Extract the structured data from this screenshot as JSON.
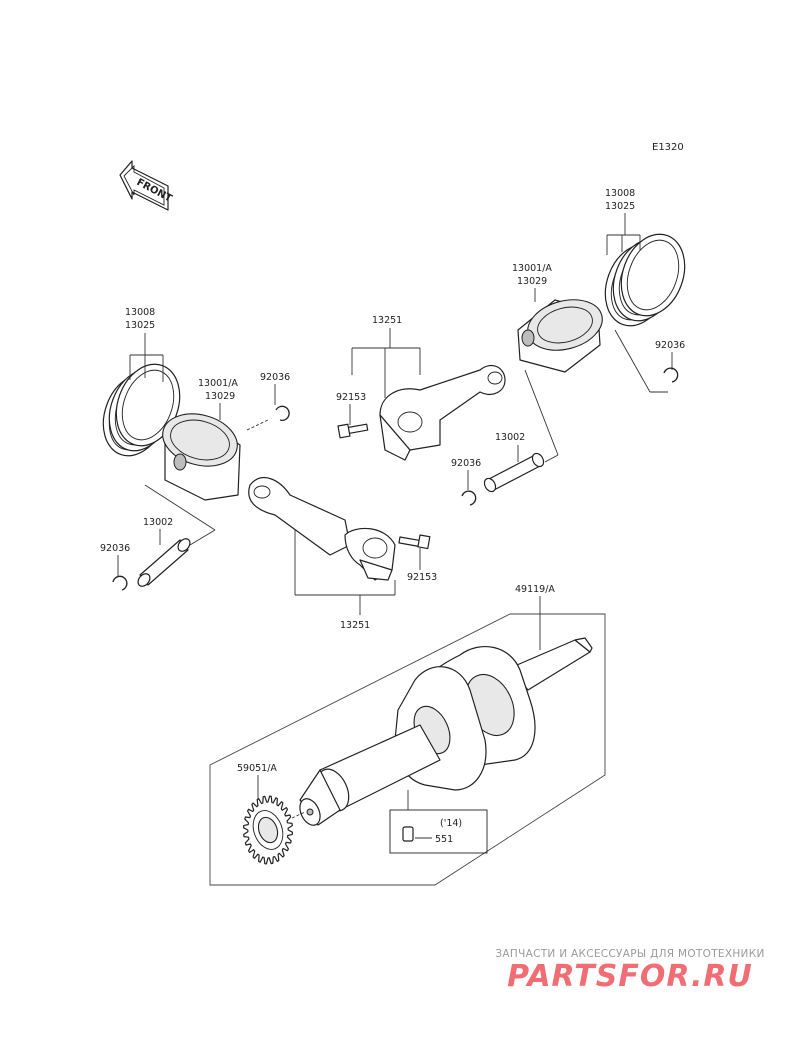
{
  "diagram_code": "E1320",
  "front_label": "FRONT",
  "labels": {
    "rings_left": [
      "13008",
      "13025"
    ],
    "piston_left": [
      "13001/A",
      "13029"
    ],
    "clip_left_upper": "92036",
    "pin_left": "13002",
    "clip_left_lower": "92036",
    "rod_left": "13251",
    "bolt_left": "92153",
    "rod_right": "13251",
    "bolt_right": "92153",
    "piston_right": [
      "13001/A",
      "13029"
    ],
    "rings_right": [
      "13008",
      "13025"
    ],
    "clip_right": "92036",
    "pin_right": "13002",
    "clip_right_lower": "92036",
    "crankshaft": "49119/A",
    "gear": "59051/A",
    "key_year": "('14)",
    "key": "551"
  },
  "watermark": {
    "line1": "ЗАПЧАСТИ И АКСЕССУАРЫ ДЛЯ МОТОТЕХНИКИ",
    "line2": "PARTSFOR.RU"
  }
}
